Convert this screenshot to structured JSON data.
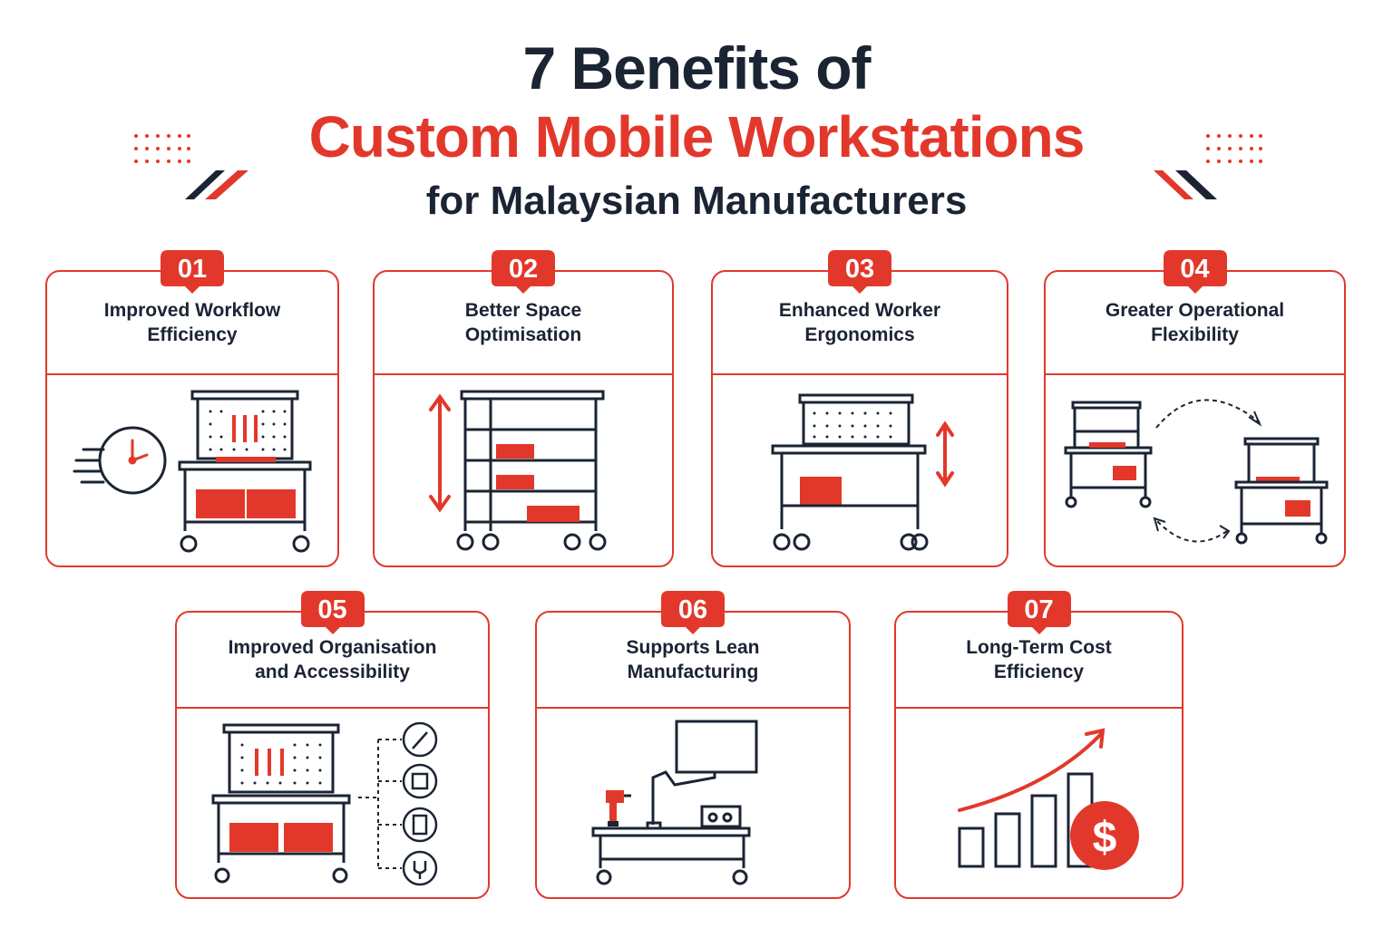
{
  "header": {
    "title_line1": "7 Benefits of",
    "title_line2": "Custom Mobile Workstations",
    "title_line3": "for Malaysian Manufacturers"
  },
  "colors": {
    "accent": "#e2382b",
    "navy": "#1b2433",
    "background": "#ffffff"
  },
  "benefits": [
    {
      "number": "01",
      "title": "Improved Workflow Efficiency",
      "icons": [
        "clock-icon",
        "workstation-cart-icon"
      ]
    },
    {
      "number": "02",
      "title": "Better Space Optimisation",
      "icons": [
        "vertical-arrow-icon",
        "shelving-unit-icon"
      ]
    },
    {
      "number": "03",
      "title": "Enhanced Worker Ergonomics",
      "icons": [
        "workbench-icon",
        "height-adjust-arrow-icon"
      ]
    },
    {
      "number": "04",
      "title": "Greater Operational Flexibility",
      "icons": [
        "mobile-cart-icon",
        "reposition-arrows-icon"
      ]
    },
    {
      "number": "05",
      "title": "Improved Organisation and Accessibility",
      "icons": [
        "wrench-icon",
        "box-icon",
        "document-icon",
        "plug-icon"
      ]
    },
    {
      "number": "06",
      "title": "Supports Lean Manufacturing",
      "icons": [
        "monitor-arm-icon",
        "drill-icon"
      ]
    },
    {
      "number": "07",
      "title": "Long-Term Cost Efficiency",
      "icons": [
        "bar-chart-icon",
        "dollar-icon"
      ]
    }
  ]
}
